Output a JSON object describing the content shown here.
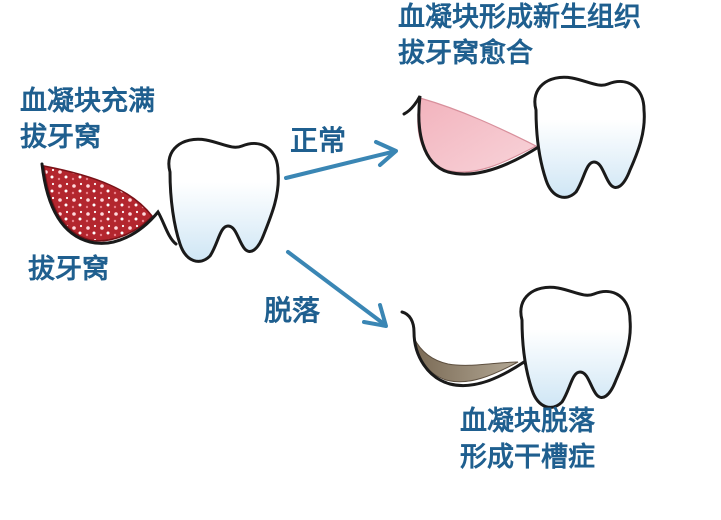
{
  "labels": {
    "clot_fills_socket": [
      "血凝块充满",
      "拔牙窝"
    ],
    "extraction_socket": "拔牙窝",
    "normal": "正常",
    "dislodged": "脱落",
    "new_tissue_healing": [
      "血凝块形成新生组织",
      "拔牙窝愈合"
    ],
    "dry_socket": [
      "血凝块脱落",
      "形成干槽症"
    ]
  },
  "colors": {
    "text": "#1f5f8f",
    "arrow": "#3a86b4",
    "outline": "#1a1a1a",
    "tooth_top": "#ffffff",
    "tooth_bottom": "#cfe6f5",
    "blood_clot": "#b3262e",
    "new_tissue": "#f2b3bd",
    "dry_debris": "#8a7a66"
  }
}
